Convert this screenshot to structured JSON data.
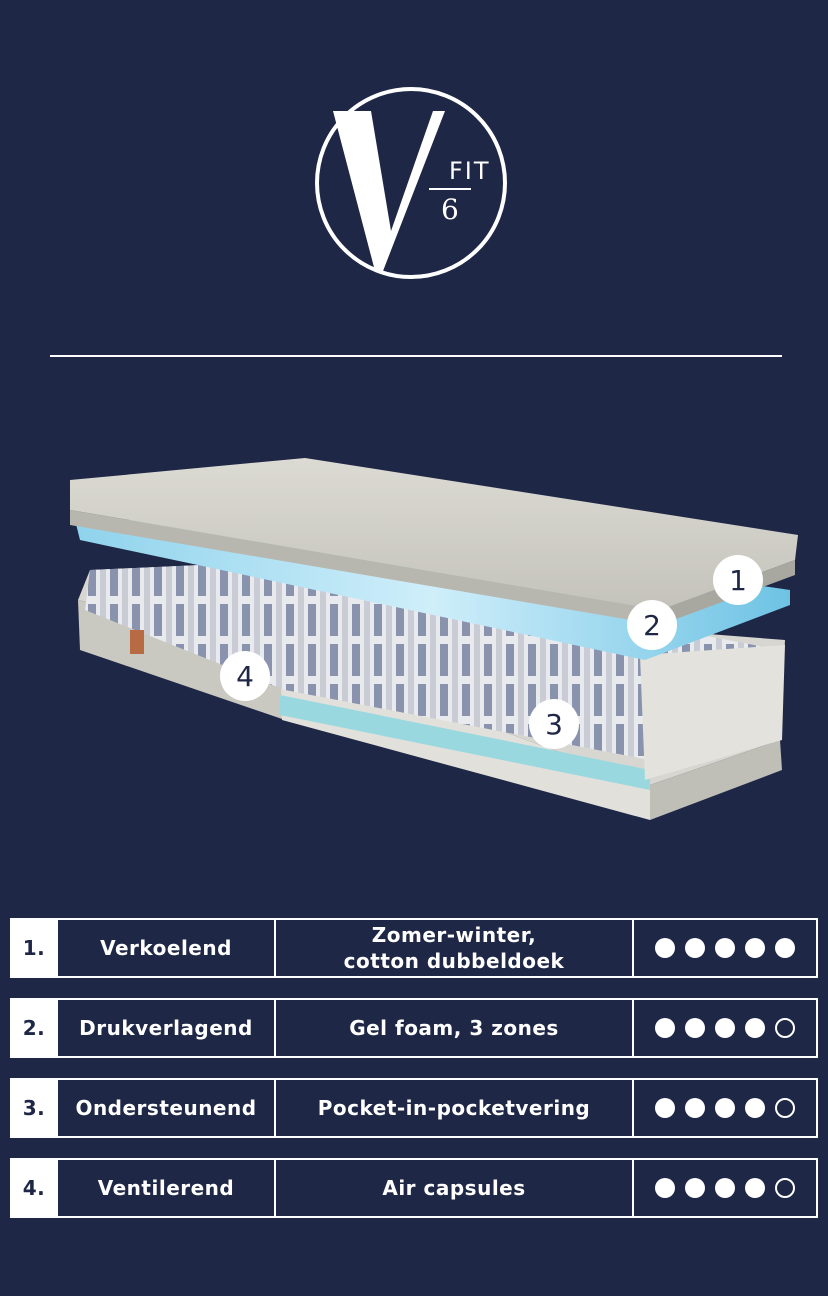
{
  "logo": {
    "letter": "V",
    "fit": "FIT",
    "number": "6"
  },
  "colors": {
    "background": "#1f2747",
    "foreground": "#ffffff"
  },
  "badges": [
    "1",
    "2",
    "3",
    "4"
  ],
  "features": [
    {
      "num": "1.",
      "name": "Verkoelend",
      "desc_lines": [
        "Zomer-winter,",
        "cotton dubbeldoek"
      ],
      "rating": 5,
      "max": 5
    },
    {
      "num": "2.",
      "name": "Drukverlagend",
      "desc_lines": [
        "Gel foam, 3 zones"
      ],
      "rating": 4,
      "max": 5
    },
    {
      "num": "3.",
      "name": "Ondersteunend",
      "desc_lines": [
        "Pocket-in-pocketvering"
      ],
      "rating": 4,
      "max": 5
    },
    {
      "num": "4.",
      "name": "Ventilerend",
      "desc_lines": [
        "Air capsules"
      ],
      "rating": 4,
      "max": 5
    }
  ]
}
